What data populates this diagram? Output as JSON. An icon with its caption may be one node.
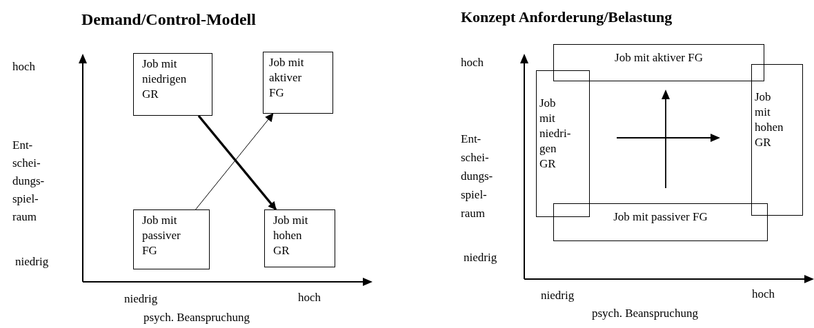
{
  "diagram": {
    "nodes": [
      {
        "text": [
          "Job mit niedrigen GR"
        ]
      },
      {
        "text": [
          "Job mit aktiver FG"
        ]
      },
      {
        "text": [
          "Job mit passiver FG"
        ]
      },
      {
        "text": [
          "Job mit hohen GR"
        ]
      },
      {
        "text": [
          "Job mit aktiver FG"
        ]
      },
      {
        "text": [
          "Job mit niedri- gen GR"
        ]
      },
      {
        "text": [
          "Job mit hohen GR"
        ]
      },
      {
        "text": [
          "Job mit passiver FG"
        ]
      }
    ],
    "edges": [
      {
        "from": 0,
        "to": 3,
        "arrow": "to",
        "style": "thick"
      },
      {
        "from": 2,
        "to": 1,
        "arrow": "to"
      }
    ],
    "labels": [
      "Demand/Control-Modell",
      "hoch",
      "Ent- schei- dungs- spiel- raum",
      "niedrig",
      "niedrig",
      "hoch",
      "psych. Beanspruchung",
      "Konzept Anforderung/Belastung",
      "hoch",
      "Ent- schei- dungs- spiel- raum",
      "niedrig",
      "niedrig",
      "hoch",
      "psych. Beanspruchung"
    ]
  }
}
